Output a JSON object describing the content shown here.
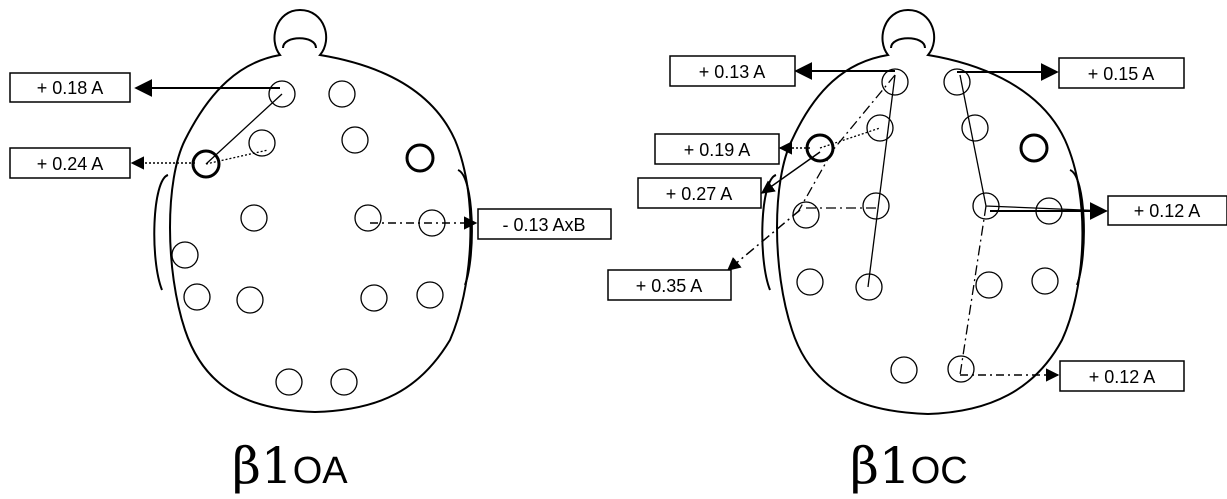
{
  "figures": [
    {
      "caption_greek": "β1",
      "caption_suffix": "OA",
      "labels": [
        "+ 0.18 A",
        "+ 0.24 A",
        "- 0.13 AxB"
      ]
    },
    {
      "caption_greek": "β1",
      "caption_suffix": "OC",
      "labels": [
        "+ 0.13 A",
        "+ 0.15 A",
        "+ 0.19 A",
        "+ 0.27 A",
        "+ 0.12 A",
        "+ 0.35 A",
        "+ 0.12 A"
      ]
    }
  ]
}
